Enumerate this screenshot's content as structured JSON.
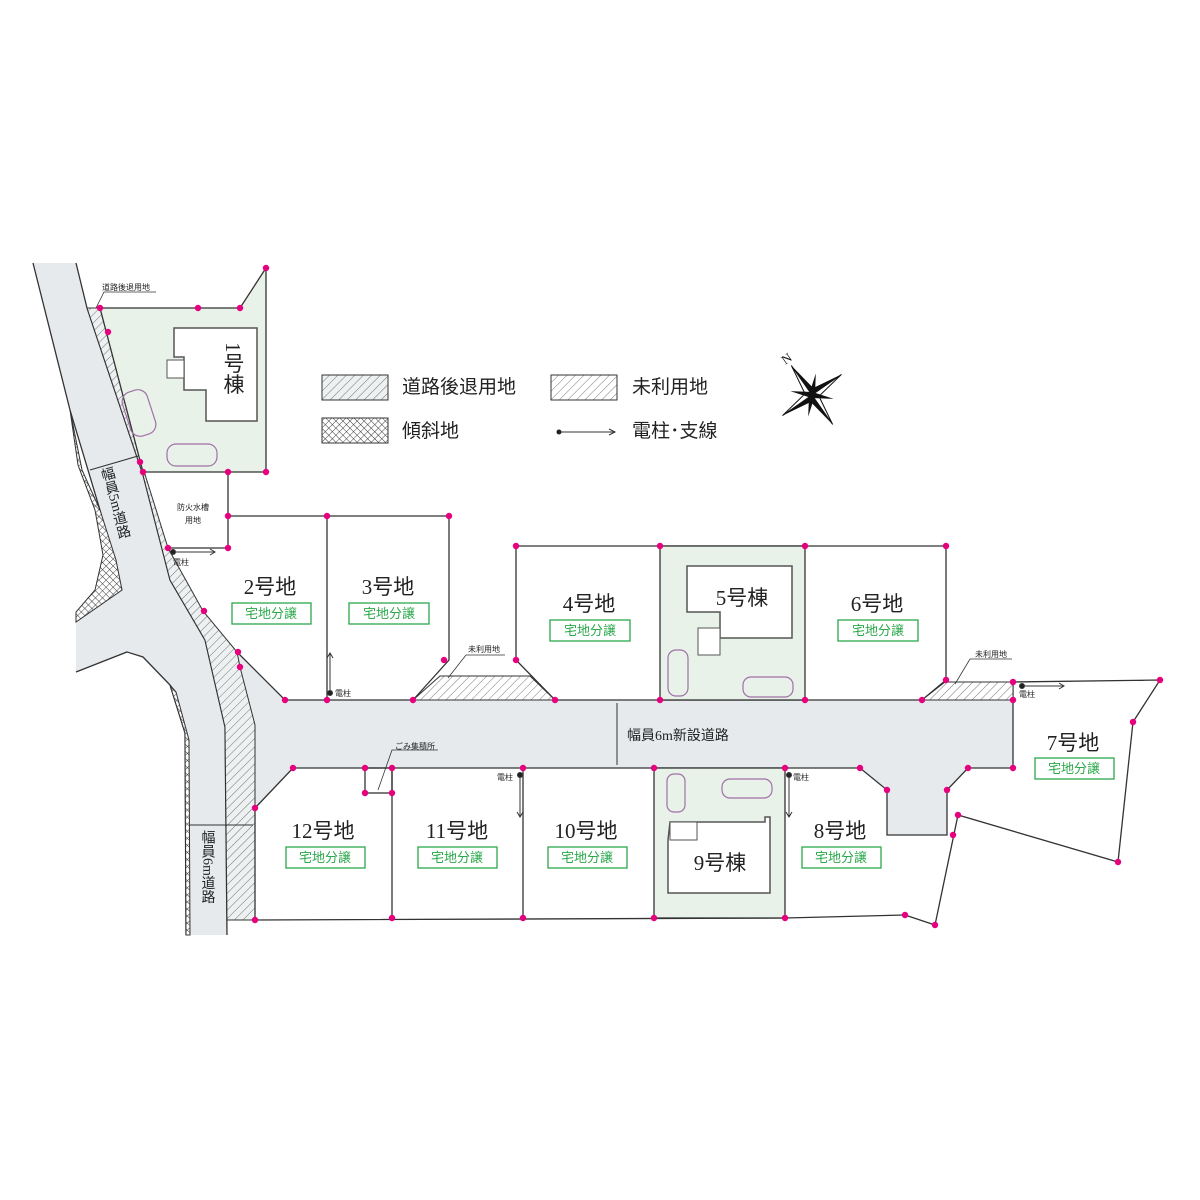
{
  "legend": {
    "setback": "道路後退用地",
    "unused": "未利用地",
    "slope": "傾斜地",
    "pole": "電柱･支線"
  },
  "compass": {
    "north": "N"
  },
  "labels": {
    "setback_small": "道路後退用地",
    "road_5m": "幅員5m道路",
    "road_6m": "幅員6m道路",
    "new_road": "幅員6m新設道路",
    "fire_tank_1": "防火水槽",
    "fire_tank_2": "用地",
    "unused_1": "未利用地",
    "unused_2": "未利用地",
    "garbage": "ごみ集積所",
    "pole": "電柱"
  },
  "buildings": {
    "b1": "1号棟",
    "b5": "5号棟",
    "b9": "9号棟"
  },
  "lots": [
    {
      "name": "2号地",
      "tag": "宅地分譲"
    },
    {
      "name": "3号地",
      "tag": "宅地分譲"
    },
    {
      "name": "4号地",
      "tag": "宅地分譲"
    },
    {
      "name": "6号地",
      "tag": "宅地分譲"
    },
    {
      "name": "7号地",
      "tag": "宅地分譲"
    },
    {
      "name": "8号地",
      "tag": "宅地分譲"
    },
    {
      "name": "10号地",
      "tag": "宅地分譲"
    },
    {
      "name": "11号地",
      "tag": "宅地分譲"
    },
    {
      "name": "12号地",
      "tag": "宅地分譲"
    }
  ],
  "colors": {
    "boundary_point": "#e6007e",
    "sale_tag": "#2aa84a",
    "built_lot": "#e8f2e8",
    "road": "#e6eaed"
  }
}
